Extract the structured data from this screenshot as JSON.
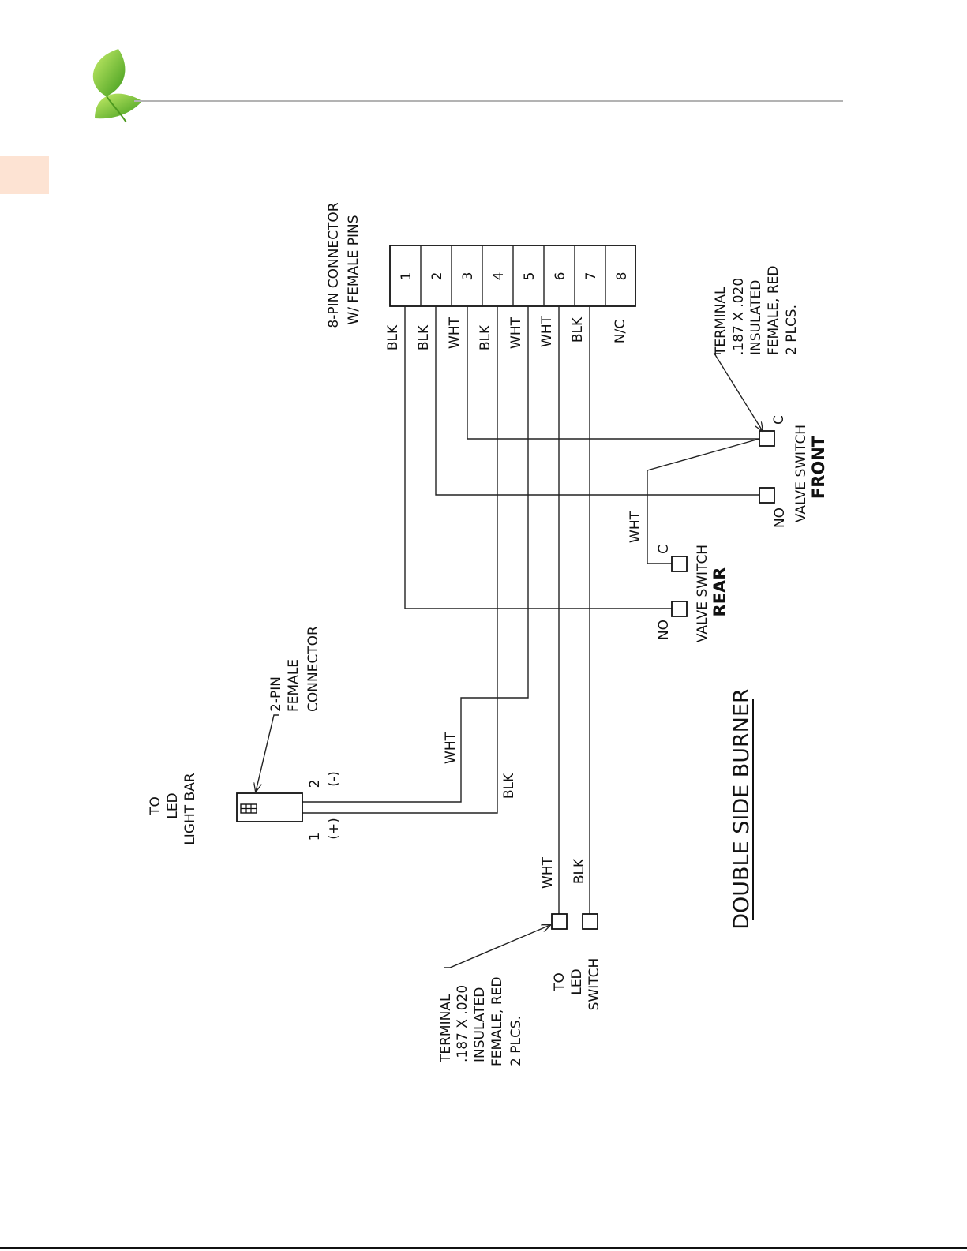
{
  "colors": {
    "accent_tab": "#fde3d3",
    "header_rule": "#b3b3b3",
    "leaf_green": "#6cbf2a",
    "line": "#222222"
  },
  "title": "DOUBLE SIDE BURNER",
  "connector8": {
    "label_line1": "8-PIN CONNECTOR",
    "label_line2": "W/ FEMALE PINS",
    "pins": [
      "1",
      "2",
      "3",
      "4",
      "5",
      "6",
      "7",
      "8"
    ],
    "wire_labels": [
      "BLK",
      "BLK",
      "WHT",
      "BLK",
      "WHT",
      "WHT",
      "BLK",
      "N/C"
    ]
  },
  "terminal_top": {
    "lines": [
      "TERMINAL",
      ".187 X .020",
      "INSULATED",
      "FEMALE, RED",
      "2 PLCS."
    ]
  },
  "terminal_bottom": {
    "lines": [
      "TERMINAL",
      ".187 X .020",
      "INSULATED",
      "FEMALE, RED",
      "2 PLCS."
    ]
  },
  "valve_front": {
    "c": "C",
    "no": "NO",
    "label": "VALVE SWITCH",
    "position": "FRONT"
  },
  "valve_rear": {
    "c": "C",
    "no": "NO",
    "label": "VALVE SWITCH",
    "position": "REAR",
    "wire_label": "WHT"
  },
  "connector2": {
    "label": [
      "2-PIN",
      "FEMALE",
      "CONNECTOR"
    ],
    "pin1": "1",
    "pin1_pol": "(+)",
    "pin2": "2",
    "pin2_pol": "(-)",
    "wire_wht": "WHT",
    "wire_blk": "BLK"
  },
  "led_bar": {
    "lines": [
      "TO",
      "LED",
      "LIGHT BAR"
    ]
  },
  "led_switch": {
    "lines": [
      "TO",
      "LED",
      "SWITCH"
    ],
    "wire_wht": "WHT",
    "wire_blk": "BLK"
  }
}
